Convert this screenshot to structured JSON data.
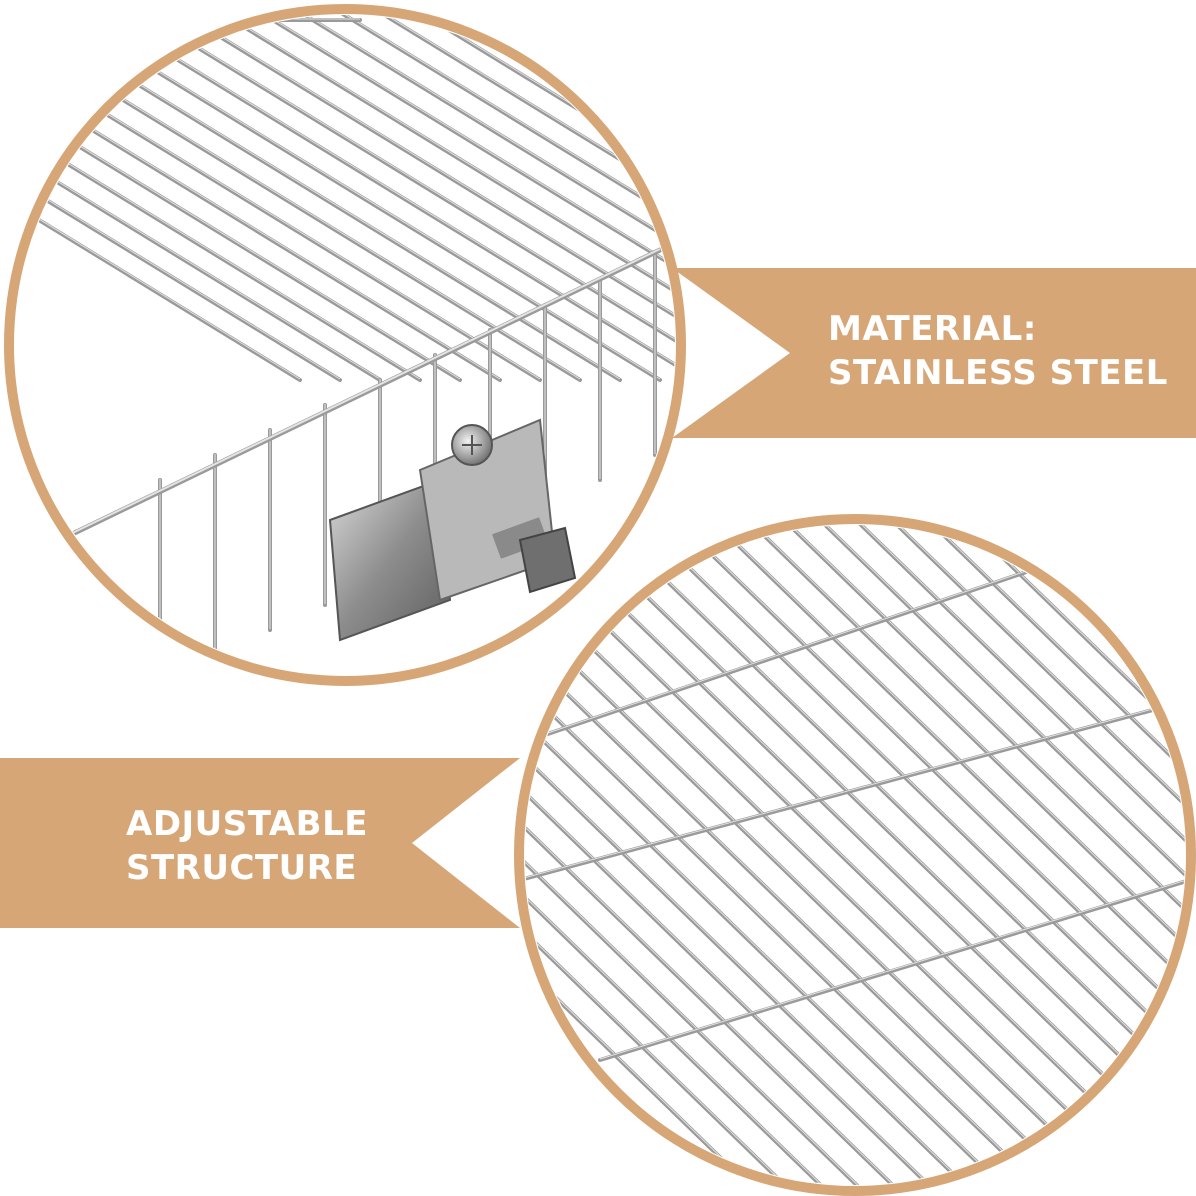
{
  "features": [
    {
      "line1": "MATERIAL:",
      "line2": "STAINLESS STEEL"
    },
    {
      "line1": "ADJUSTABLE",
      "line2": "STRUCTURE"
    }
  ],
  "colors": {
    "accent": "#d7a677",
    "background": "#ffffff",
    "text": "#ffffff",
    "wire": "#9a9a9a"
  }
}
